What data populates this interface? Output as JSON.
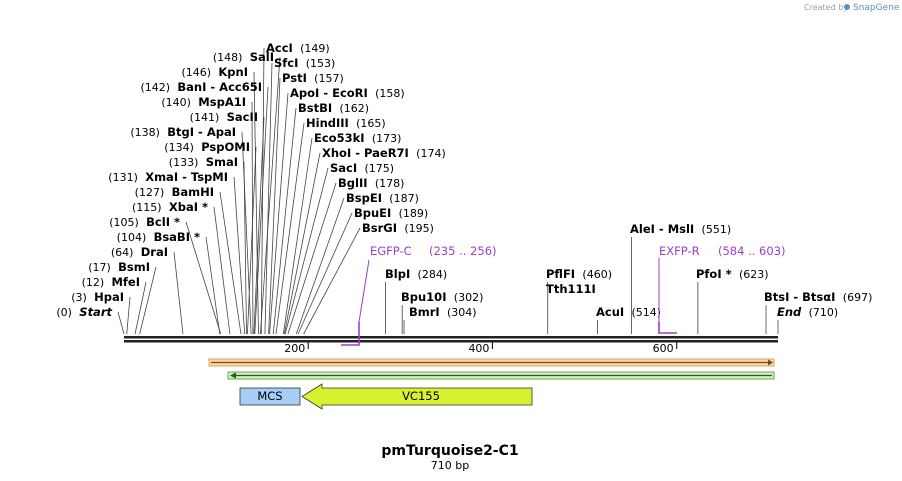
{
  "credit": {
    "prefix": "Created by",
    "brand": "SnapGene"
  },
  "title": "pmTurquoise2-C1",
  "subtitle": "710 bp",
  "backbone": {
    "length": 710
  },
  "ticks": [
    200,
    400,
    600
  ],
  "sites_left": [
    {
      "name": "Start",
      "pos_text": "(0)",
      "bp": 0,
      "italic": true
    },
    {
      "name": "HpaI",
      "pos_text": "(3)",
      "bp": 3
    },
    {
      "name": "MfeI",
      "pos_text": "(12)",
      "bp": 12
    },
    {
      "name": "BsmI",
      "pos_text": "(17)",
      "bp": 17
    },
    {
      "name": "DraI",
      "pos_text": "(64)",
      "bp": 64
    },
    {
      "name": "BsaBI *",
      "pos_text": "(104)",
      "bp": 104
    },
    {
      "name": "BclI *",
      "pos_text": "(105)",
      "bp": 105
    },
    {
      "name": "XbaI *",
      "pos_text": "(115)",
      "bp": 115
    },
    {
      "name": "BamHI",
      "pos_text": "(127)",
      "bp": 127
    },
    {
      "name": "XmaI  - TspMI",
      "pos_text": "(131)",
      "bp": 131
    },
    {
      "name": "SmaI",
      "pos_text": "(133)",
      "bp": 133
    },
    {
      "name": "PspOMI",
      "pos_text": "(134)",
      "bp": 134
    },
    {
      "name": "BtgI  - ApaI",
      "pos_text": "(138)",
      "bp": 138
    },
    {
      "name": "SacII",
      "pos_text": "(141)",
      "bp": 141
    },
    {
      "name": "MspA1I",
      "pos_text": "(140)",
      "bp": 140
    },
    {
      "name": "BanI  - Acc65I",
      "pos_text": "(142)",
      "bp": 142
    },
    {
      "name": "KpnI",
      "pos_text": "(146)",
      "bp": 146
    },
    {
      "name": "SalI",
      "pos_text": "(148)",
      "bp": 148
    }
  ],
  "sites_right": [
    {
      "name": "AccI",
      "pos_text": "(149)",
      "bp": 149
    },
    {
      "name": "SfcI",
      "pos_text": "(153)",
      "bp": 153
    },
    {
      "name": "PstI",
      "pos_text": "(157)",
      "bp": 157
    },
    {
      "name": "ApoI  - EcoRI",
      "pos_text": "(158)",
      "bp": 158
    },
    {
      "name": "BstBI",
      "pos_text": "(162)",
      "bp": 162
    },
    {
      "name": "HindIII",
      "pos_text": "(165)",
      "bp": 165
    },
    {
      "name": "Eco53kI",
      "pos_text": "(173)",
      "bp": 173
    },
    {
      "name": "XhoI  - PaeR7I",
      "pos_text": "(174)",
      "bp": 174
    },
    {
      "name": "SacI",
      "pos_text": "(175)",
      "bp": 175
    },
    {
      "name": "BglII",
      "pos_text": "(178)",
      "bp": 178
    },
    {
      "name": "BspEI",
      "pos_text": "(187)",
      "bp": 187
    },
    {
      "name": "BpuEI",
      "pos_text": "(189)",
      "bp": 189
    },
    {
      "name": "BsrGI",
      "pos_text": "(195)",
      "bp": 195
    }
  ],
  "sites_other": [
    {
      "name": "BlpI",
      "pos_text": "(284)",
      "bp": 284
    },
    {
      "name": "Bpu10I",
      "pos_text": "(302)",
      "bp": 302
    },
    {
      "name": "BmrI",
      "pos_text": "(304)",
      "bp": 304
    },
    {
      "name": "PflFI",
      "pos_text": "(460)",
      "bp": 460
    },
    {
      "name": "Tth111I",
      "pos_text": "",
      "bp": 460
    },
    {
      "name": "AcuI",
      "pos_text": "(514)",
      "bp": 514
    },
    {
      "name": "AleI  - MslI",
      "pos_text": "(551)",
      "bp": 551
    },
    {
      "name": "PfoI *",
      "pos_text": "(623)",
      "bp": 623
    },
    {
      "name": "BtsI  - BtsαI",
      "pos_text": "(697)",
      "bp": 697
    },
    {
      "name": "End",
      "pos_text": "(710)",
      "bp": 710,
      "italic": true
    }
  ],
  "primers": [
    {
      "name": "EGFP-C",
      "range": "(235 .. 256)"
    },
    {
      "name": "EXFP-R",
      "range": "(584 .. 603)"
    }
  ],
  "features": [
    {
      "name": "MCS",
      "color": "#a6cff5"
    },
    {
      "name": "VC155",
      "color": "#d9f02e"
    }
  ],
  "colors": {
    "orange_track": "#e8a35a",
    "green_track": "#6aa84f",
    "primer": "#a03cc8"
  }
}
